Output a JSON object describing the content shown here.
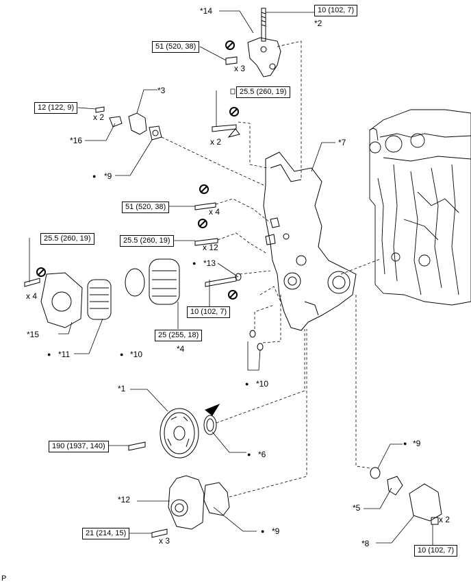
{
  "torques": {
    "t1": "10 (102, 7)",
    "t2": "51 (520, 38)",
    "t3": "12 (122, 9)",
    "t4": "25.5 (260, 19)",
    "t5": "51 (520, 38)",
    "t6": "25.5 (260, 19)",
    "t7": "25.5 (260, 19)",
    "t8": "10 (102, 7)",
    "t9": "25 (255, 18)",
    "t10": "190 (1937, 140)",
    "t11": "21 (214, 15)",
    "t12": "10 (102, 7)"
  },
  "labels": {
    "p14": "*14",
    "p2": "*2",
    "p3": "*3",
    "p16": "*16",
    "p9a": "*9",
    "p7": "*7",
    "p13": "*13",
    "p15": "*15",
    "p11": "*11",
    "p10a": "*10",
    "p4": "*4",
    "p10b": "*10",
    "p1": "*1",
    "p6": "*6",
    "p9b": "*9",
    "p12": "*12",
    "p9c": "*9",
    "p5": "*5",
    "p8": "*8"
  },
  "quantities": {
    "q1": "x 3",
    "q2": "x 2",
    "q3": "x 2",
    "q4": "x 4",
    "q5": "x 12",
    "q6": "x 4",
    "q7": "x 3",
    "q8": "x 2"
  },
  "bullet": "●",
  "footer": "P"
}
